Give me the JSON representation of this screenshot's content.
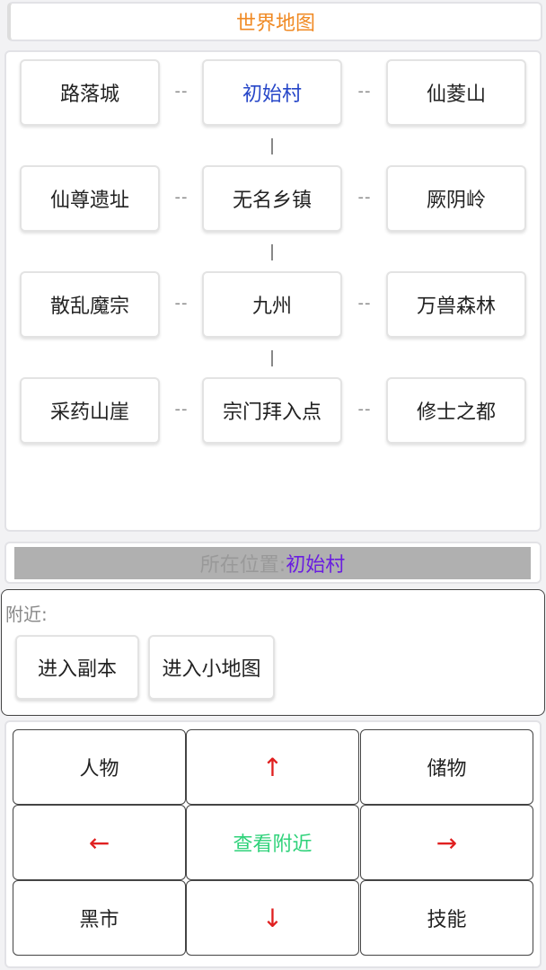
{
  "title": "世界地图",
  "map": {
    "rows": [
      [
        "路落城",
        "初始村",
        "仙菱山"
      ],
      [
        "仙尊遗址",
        "无名乡镇",
        "厥阴岭"
      ],
      [
        "散乱魔宗",
        "九州",
        "万兽森林"
      ],
      [
        "采药山崖",
        "宗门拜入点",
        "修士之都"
      ]
    ],
    "current": "初始村",
    "h_connector": "--"
  },
  "location": {
    "label": "所在位置:",
    "value": "初始村"
  },
  "nearby": {
    "label": "附近:",
    "buttons": [
      "进入副本",
      "进入小地图"
    ]
  },
  "controls": {
    "character": "人物",
    "up": "↑",
    "storage": "储物",
    "left": "←",
    "look_nearby": "查看附近",
    "right": "→",
    "black_market": "黑市",
    "down": "↓",
    "skills": "技能"
  },
  "colors": {
    "title": "#f08a24",
    "current_node": "#2646c8",
    "location_value": "#6a1ee0",
    "arrow": "#e02020",
    "look": "#2fd27a"
  }
}
